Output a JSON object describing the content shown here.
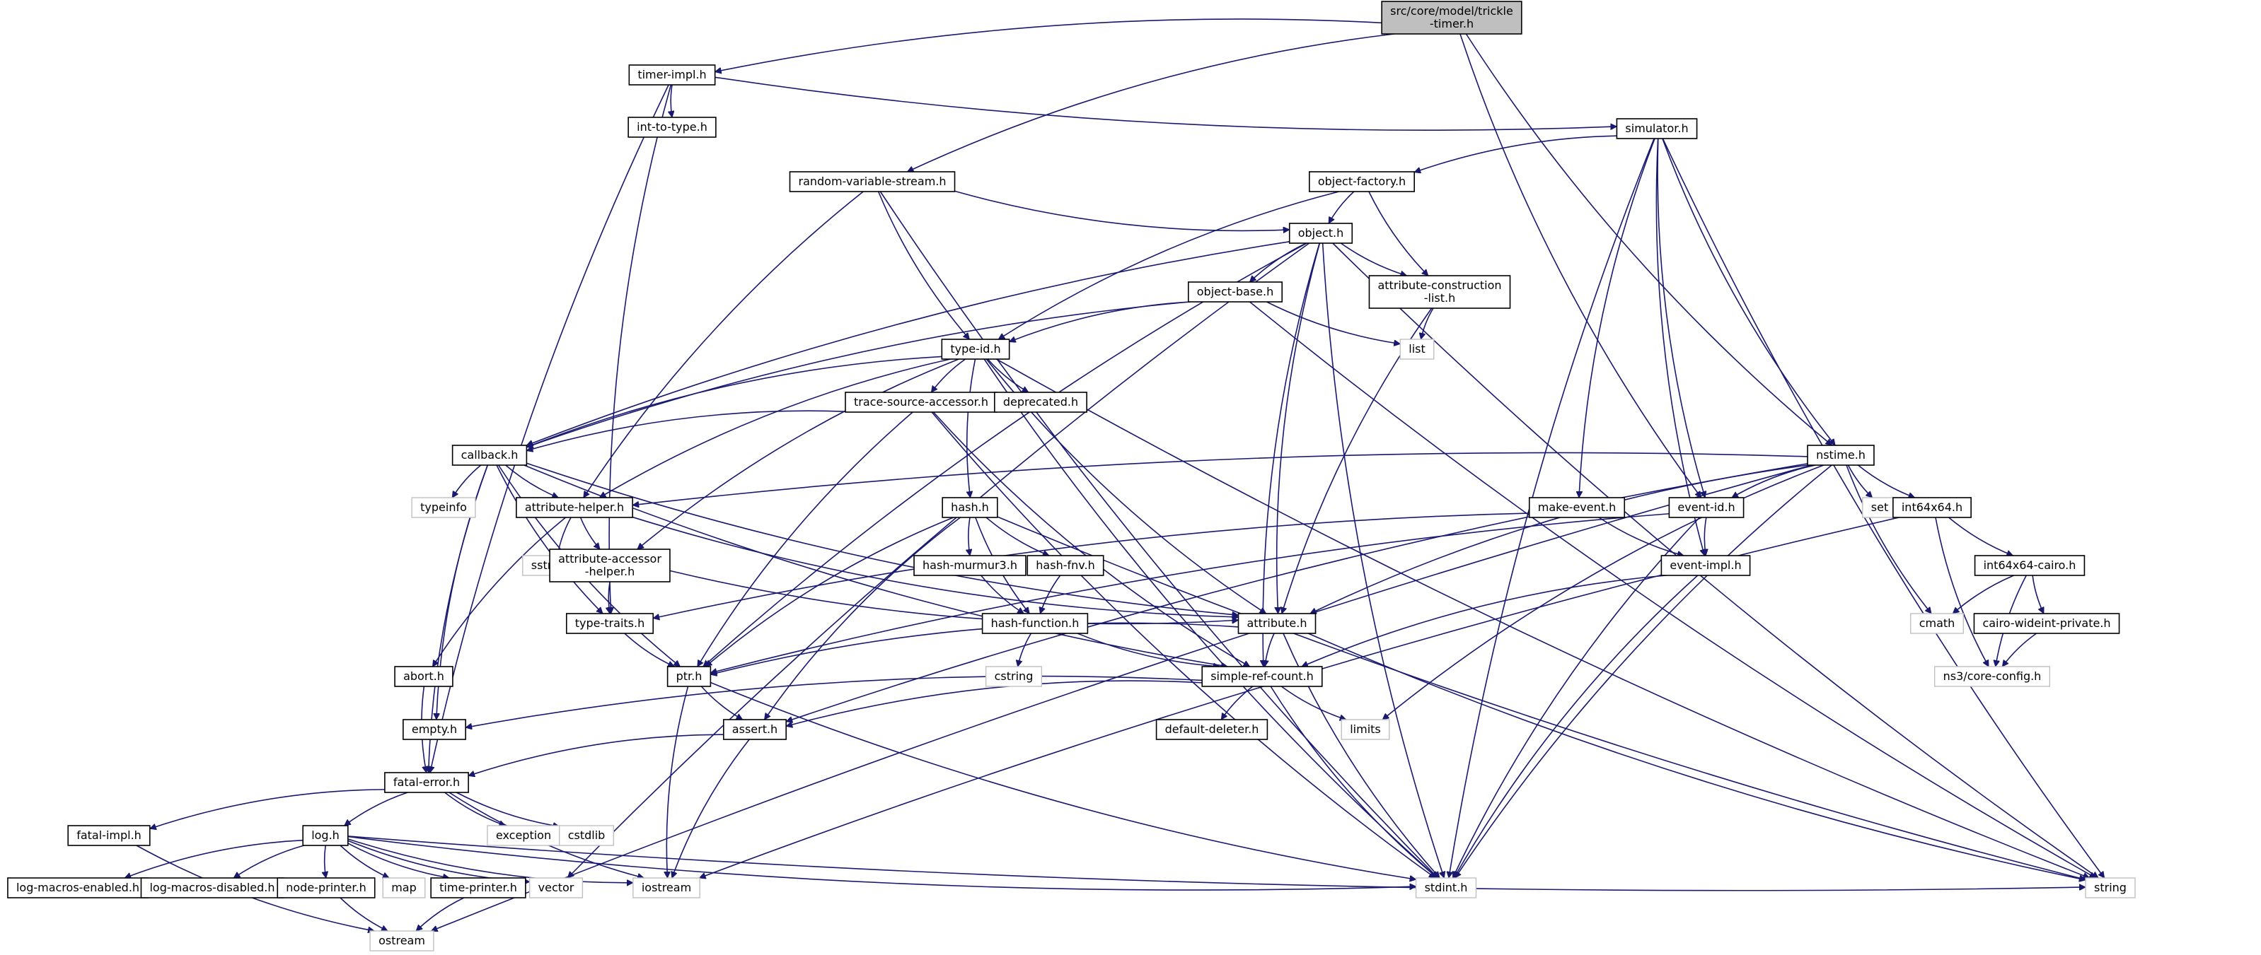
{
  "diagram": {
    "type": "include-dependency-graph",
    "colors": {
      "edge": "#191970",
      "root_fill": "#bfbfbf",
      "node_border": "#000000",
      "system_border": "#c0c0c0"
    },
    "nodes": [
      {
        "id": "root",
        "lines": [
          "src/core/model/trickle",
          "-timer.h"
        ],
        "kind": "root"
      },
      {
        "id": "timer_impl",
        "lines": [
          "timer-impl.h"
        ],
        "kind": "file"
      },
      {
        "id": "int_to_type",
        "lines": [
          "int-to-type.h"
        ],
        "kind": "file"
      },
      {
        "id": "simulator",
        "lines": [
          "simulator.h"
        ],
        "kind": "file"
      },
      {
        "id": "rvs",
        "lines": [
          "random-variable-stream.h"
        ],
        "kind": "file"
      },
      {
        "id": "object_factory",
        "lines": [
          "object-factory.h"
        ],
        "kind": "file"
      },
      {
        "id": "object",
        "lines": [
          "object.h"
        ],
        "kind": "file"
      },
      {
        "id": "object_base",
        "lines": [
          "object-base.h"
        ],
        "kind": "file"
      },
      {
        "id": "acl",
        "lines": [
          "attribute-construction",
          "-list.h"
        ],
        "kind": "file"
      },
      {
        "id": "list",
        "lines": [
          "list"
        ],
        "kind": "system"
      },
      {
        "id": "type_id",
        "lines": [
          "type-id.h"
        ],
        "kind": "file"
      },
      {
        "id": "tsa",
        "lines": [
          "trace-source-accessor.h"
        ],
        "kind": "file"
      },
      {
        "id": "deprecated",
        "lines": [
          "deprecated.h"
        ],
        "kind": "file"
      },
      {
        "id": "callback",
        "lines": [
          "callback.h"
        ],
        "kind": "file"
      },
      {
        "id": "typeinfo",
        "lines": [
          "typeinfo"
        ],
        "kind": "system"
      },
      {
        "id": "attr_helper",
        "lines": [
          "attribute-helper.h"
        ],
        "kind": "file"
      },
      {
        "id": "sstream",
        "lines": [
          "sstream"
        ],
        "kind": "system"
      },
      {
        "id": "aah",
        "lines": [
          "attribute-accessor",
          "-helper.h"
        ],
        "kind": "file"
      },
      {
        "id": "type_traits",
        "lines": [
          "type-traits.h"
        ],
        "kind": "file"
      },
      {
        "id": "abort",
        "lines": [
          "abort.h"
        ],
        "kind": "file"
      },
      {
        "id": "empty",
        "lines": [
          "empty.h"
        ],
        "kind": "file"
      },
      {
        "id": "hash",
        "lines": [
          "hash.h"
        ],
        "kind": "file"
      },
      {
        "id": "murmur",
        "lines": [
          "hash-murmur3.h"
        ],
        "kind": "file"
      },
      {
        "id": "fnv",
        "lines": [
          "hash-fnv.h"
        ],
        "kind": "file"
      },
      {
        "id": "hash_fn",
        "lines": [
          "hash-function.h"
        ],
        "kind": "file"
      },
      {
        "id": "cstring",
        "lines": [
          "cstring"
        ],
        "kind": "system"
      },
      {
        "id": "ptr",
        "lines": [
          "ptr.h"
        ],
        "kind": "file"
      },
      {
        "id": "attribute",
        "lines": [
          "attribute.h"
        ],
        "kind": "file"
      },
      {
        "id": "src",
        "lines": [
          "simple-ref-count.h"
        ],
        "kind": "file"
      },
      {
        "id": "default_deleter",
        "lines": [
          "default-deleter.h"
        ],
        "kind": "file"
      },
      {
        "id": "limits",
        "lines": [
          "limits"
        ],
        "kind": "system"
      },
      {
        "id": "assert",
        "lines": [
          "assert.h"
        ],
        "kind": "file"
      },
      {
        "id": "fatal_error",
        "lines": [
          "fatal-error.h"
        ],
        "kind": "file"
      },
      {
        "id": "fatal_impl",
        "lines": [
          "fatal-impl.h"
        ],
        "kind": "file"
      },
      {
        "id": "exception",
        "lines": [
          "exception"
        ],
        "kind": "system"
      },
      {
        "id": "cstdlib",
        "lines": [
          "cstdlib"
        ],
        "kind": "system"
      },
      {
        "id": "log",
        "lines": [
          "log.h"
        ],
        "kind": "file"
      },
      {
        "id": "lme",
        "lines": [
          "log-macros-enabled.h"
        ],
        "kind": "file"
      },
      {
        "id": "lmd",
        "lines": [
          "log-macros-disabled.h"
        ],
        "kind": "file"
      },
      {
        "id": "node_printer",
        "lines": [
          "node-printer.h"
        ],
        "kind": "file"
      },
      {
        "id": "map",
        "lines": [
          "map"
        ],
        "kind": "system"
      },
      {
        "id": "time_printer",
        "lines": [
          "time-printer.h"
        ],
        "kind": "file"
      },
      {
        "id": "vector",
        "lines": [
          "vector"
        ],
        "kind": "system"
      },
      {
        "id": "iostream",
        "lines": [
          "iostream"
        ],
        "kind": "system"
      },
      {
        "id": "stdint",
        "lines": [
          "stdint.h"
        ],
        "kind": "system"
      },
      {
        "id": "string",
        "lines": [
          "string"
        ],
        "kind": "system"
      },
      {
        "id": "ostream",
        "lines": [
          "ostream"
        ],
        "kind": "system"
      },
      {
        "id": "make_event",
        "lines": [
          "make-event.h"
        ],
        "kind": "file"
      },
      {
        "id": "event_id",
        "lines": [
          "event-id.h"
        ],
        "kind": "file"
      },
      {
        "id": "event_impl",
        "lines": [
          "event-impl.h"
        ],
        "kind": "file"
      },
      {
        "id": "nstime",
        "lines": [
          "nstime.h"
        ],
        "kind": "file"
      },
      {
        "id": "set",
        "lines": [
          "set"
        ],
        "kind": "system"
      },
      {
        "id": "int64x64",
        "lines": [
          "int64x64.h"
        ],
        "kind": "file"
      },
      {
        "id": "cairo",
        "lines": [
          "int64x64-cairo.h"
        ],
        "kind": "file"
      },
      {
        "id": "cmath",
        "lines": [
          "cmath"
        ],
        "kind": "system"
      },
      {
        "id": "cwp",
        "lines": [
          "cairo-wideint-private.h"
        ],
        "kind": "file"
      },
      {
        "id": "core_config",
        "lines": [
          "ns3/core-config.h"
        ],
        "kind": "system"
      }
    ],
    "edges": [
      [
        "root",
        "timer_impl"
      ],
      [
        "root",
        "rvs"
      ],
      [
        "root",
        "event_id"
      ],
      [
        "root",
        "nstime"
      ],
      [
        "timer_impl",
        "int_to_type"
      ],
      [
        "timer_impl",
        "simulator"
      ],
      [
        "timer_impl",
        "type_traits"
      ],
      [
        "timer_impl",
        "fatal_error"
      ],
      [
        "simulator",
        "object_factory"
      ],
      [
        "simulator",
        "make_event"
      ],
      [
        "simulator",
        "event_id"
      ],
      [
        "simulator",
        "event_impl"
      ],
      [
        "simulator",
        "nstime"
      ],
      [
        "simulator",
        "stdint"
      ],
      [
        "simulator",
        "string"
      ],
      [
        "rvs",
        "object"
      ],
      [
        "rvs",
        "type_id"
      ],
      [
        "rvs",
        "attr_helper"
      ],
      [
        "rvs",
        "stdint"
      ],
      [
        "object_factory",
        "object"
      ],
      [
        "object_factory",
        "acl"
      ],
      [
        "object_factory",
        "type_id"
      ],
      [
        "object",
        "object_base"
      ],
      [
        "object",
        "acl"
      ],
      [
        "object",
        "attribute"
      ],
      [
        "object",
        "src"
      ],
      [
        "object",
        "ptr"
      ],
      [
        "object",
        "callback"
      ],
      [
        "object",
        "vector"
      ],
      [
        "object",
        "stdint"
      ],
      [
        "object",
        "string"
      ],
      [
        "object_base",
        "type_id"
      ],
      [
        "object_base",
        "callback"
      ],
      [
        "object_base",
        "list"
      ],
      [
        "object_base",
        "string"
      ],
      [
        "acl",
        "list"
      ],
      [
        "acl",
        "attribute"
      ],
      [
        "type_id",
        "tsa"
      ],
      [
        "type_id",
        "deprecated"
      ],
      [
        "type_id",
        "callback"
      ],
      [
        "type_id",
        "attr_helper"
      ],
      [
        "type_id",
        "aah"
      ],
      [
        "type_id",
        "hash"
      ],
      [
        "type_id",
        "attribute"
      ],
      [
        "type_id",
        "stdint"
      ],
      [
        "type_id",
        "string"
      ],
      [
        "tsa",
        "callback"
      ],
      [
        "tsa",
        "ptr"
      ],
      [
        "tsa",
        "src"
      ],
      [
        "tsa",
        "stdint"
      ],
      [
        "callback",
        "typeinfo"
      ],
      [
        "callback",
        "attr_helper"
      ],
      [
        "callback",
        "type_traits"
      ],
      [
        "callback",
        "ptr"
      ],
      [
        "callback",
        "empty"
      ],
      [
        "callback",
        "fatal_error"
      ],
      [
        "callback",
        "attribute"
      ],
      [
        "callback",
        "src"
      ],
      [
        "attr_helper",
        "sstream"
      ],
      [
        "attr_helper",
        "aah"
      ],
      [
        "attr_helper",
        "abort"
      ],
      [
        "attr_helper",
        "attribute"
      ],
      [
        "aah",
        "type_traits"
      ],
      [
        "aah",
        "attribute"
      ],
      [
        "type_traits",
        "ptr"
      ],
      [
        "abort",
        "fatal_error"
      ],
      [
        "hash",
        "murmur"
      ],
      [
        "hash",
        "fnv"
      ],
      [
        "hash",
        "hash_fn"
      ],
      [
        "hash",
        "ptr"
      ],
      [
        "hash",
        "assert"
      ],
      [
        "hash",
        "string"
      ],
      [
        "murmur",
        "hash_fn"
      ],
      [
        "fnv",
        "hash_fn"
      ],
      [
        "hash_fn",
        "cstring"
      ],
      [
        "hash_fn",
        "src"
      ],
      [
        "ptr",
        "assert"
      ],
      [
        "ptr",
        "iostream"
      ],
      [
        "ptr",
        "stdint"
      ],
      [
        "attribute",
        "ptr"
      ],
      [
        "attribute",
        "src"
      ],
      [
        "attribute",
        "stdint"
      ],
      [
        "attribute",
        "string"
      ],
      [
        "src",
        "default_deleter"
      ],
      [
        "src",
        "assert"
      ],
      [
        "src",
        "limits"
      ],
      [
        "src",
        "empty"
      ],
      [
        "src",
        "stdint"
      ],
      [
        "assert",
        "fatal_error"
      ],
      [
        "assert",
        "iostream"
      ],
      [
        "fatal_error",
        "fatal_impl"
      ],
      [
        "fatal_error",
        "log"
      ],
      [
        "fatal_error",
        "exception"
      ],
      [
        "fatal_error",
        "cstdlib"
      ],
      [
        "fatal_error",
        "iostream"
      ],
      [
        "fatal_impl",
        "ostream"
      ],
      [
        "log",
        "lme"
      ],
      [
        "log",
        "lmd"
      ],
      [
        "log",
        "node_printer"
      ],
      [
        "log",
        "map"
      ],
      [
        "log",
        "time_printer"
      ],
      [
        "log",
        "vector"
      ],
      [
        "log",
        "iostream"
      ],
      [
        "log",
        "stdint"
      ],
      [
        "log",
        "string"
      ],
      [
        "node_printer",
        "ostream"
      ],
      [
        "time_printer",
        "ostream"
      ],
      [
        "make_event",
        "type_traits"
      ],
      [
        "make_event",
        "event_impl"
      ],
      [
        "event_id",
        "event_impl"
      ],
      [
        "event_id",
        "ptr"
      ],
      [
        "event_id",
        "stdint"
      ],
      [
        "event_impl",
        "src"
      ],
      [
        "event_impl",
        "stdint"
      ],
      [
        "nstime",
        "event_id"
      ],
      [
        "nstime",
        "attr_helper"
      ],
      [
        "nstime",
        "attribute"
      ],
      [
        "nstime",
        "assert"
      ],
      [
        "nstime",
        "set"
      ],
      [
        "nstime",
        "int64x64"
      ],
      [
        "nstime",
        "cmath"
      ],
      [
        "nstime",
        "limits"
      ],
      [
        "nstime",
        "stdint"
      ],
      [
        "nstime",
        "ostream"
      ],
      [
        "int64x64",
        "cairo"
      ],
      [
        "int64x64",
        "core_config"
      ],
      [
        "int64x64",
        "iostream"
      ],
      [
        "cairo",
        "cmath"
      ],
      [
        "cairo",
        "cwp"
      ],
      [
        "cairo",
        "core_config"
      ],
      [
        "cwp",
        "core_config"
      ]
    ]
  }
}
